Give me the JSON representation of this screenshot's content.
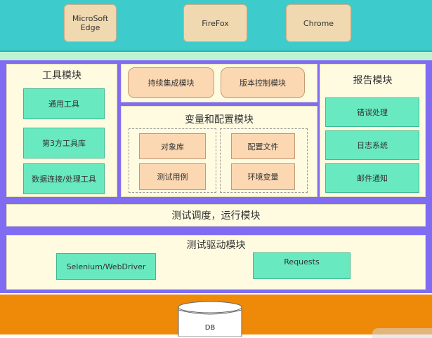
{
  "browsers": [
    {
      "name": "MicroSoft\nEdge"
    },
    {
      "name": "FireFox"
    },
    {
      "name": "Chrome"
    }
  ],
  "tools_module": {
    "title": "工具模块",
    "items": [
      "通用工具",
      "第3方工具库",
      "数据连接/处理工具"
    ]
  },
  "ci_module": {
    "label": "持续集成模块"
  },
  "version_module": {
    "label": "版本控制模块"
  },
  "config_module": {
    "title": "变量和配置模块",
    "left": [
      "对象库",
      "测试用例"
    ],
    "right": [
      "配置文件",
      "环境变量"
    ]
  },
  "report_module": {
    "title": "报告模块",
    "items": [
      "错误处理",
      "日志系统",
      "邮件通知"
    ]
  },
  "scheduler_module": {
    "title": "测试调度，运行模块"
  },
  "driver_module": {
    "title": "测试驱动模块",
    "items": [
      "Selenium/WebDriver",
      "Requests"
    ]
  },
  "database": {
    "label": "DB"
  },
  "colors": {
    "browser_band": "#3ecbcb",
    "container": "#7f6cf2",
    "panel": "#fffbe1",
    "green_box": "#69e9bf",
    "peach_box": "#fbd7b2",
    "db_band": "#ef8a08"
  }
}
